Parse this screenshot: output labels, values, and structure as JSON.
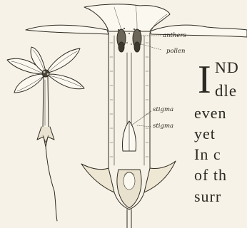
{
  "figure": {
    "labels": {
      "anthers": "anthers",
      "pollen": "pollen",
      "stigma_upper": "stigma",
      "stigma_lower": "stigma"
    }
  },
  "text": {
    "dropcap": "I",
    "lines": [
      "ND",
      "dle",
      "even",
      "yet",
      "In c",
      "of th",
      "surr"
    ]
  }
}
